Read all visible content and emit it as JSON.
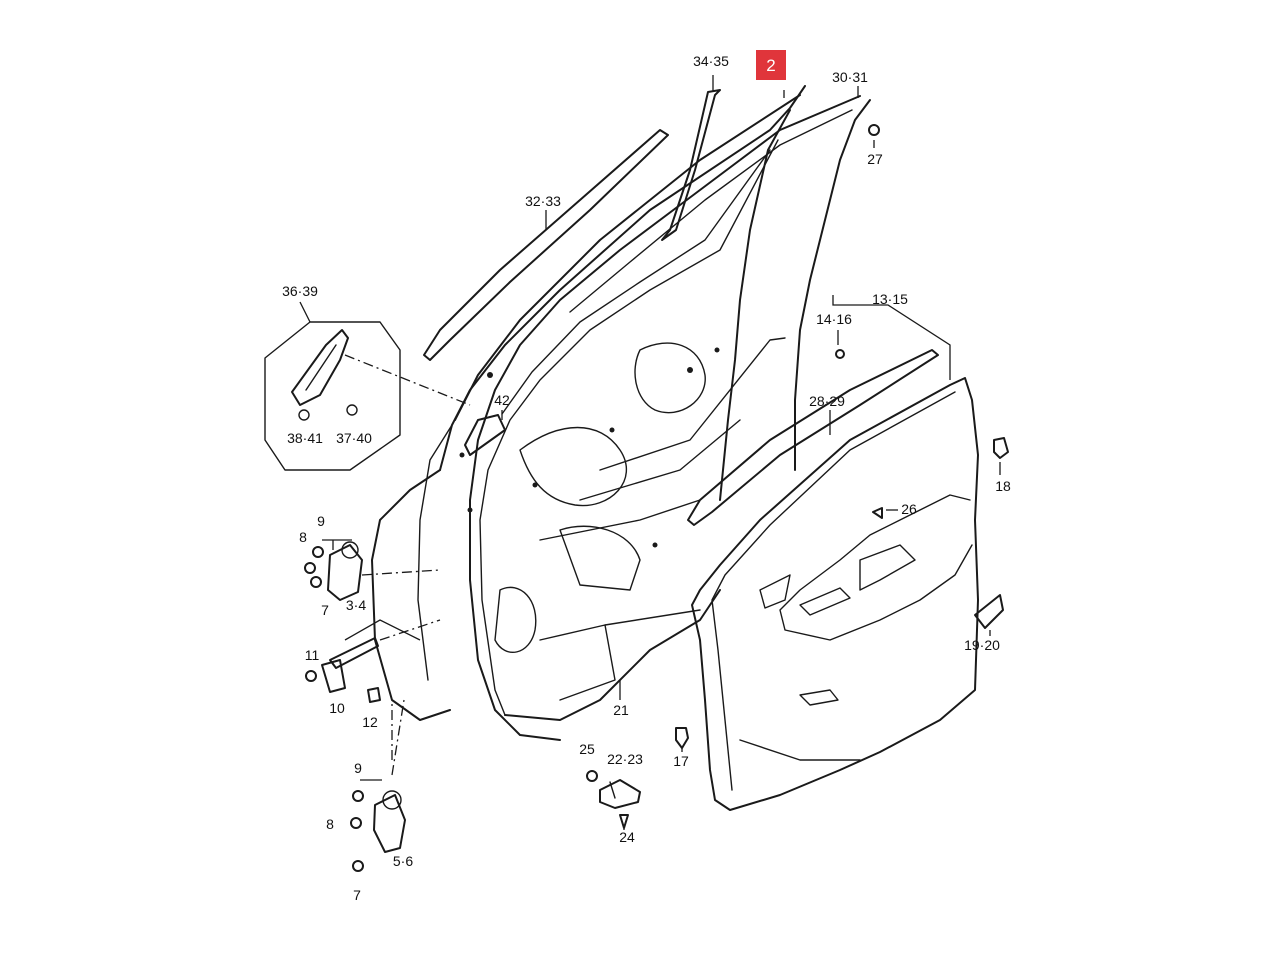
{
  "highlight_color": "#e0353b",
  "callouts": {
    "c2": "2",
    "c34_35": "34·35",
    "c30_31": "30·31",
    "c27": "27",
    "c32_33": "32·33",
    "c36_39": "36·39",
    "c38_41": "38·41",
    "c37_40": "37·40",
    "c42": "42",
    "c14_16": "14·16",
    "c13_15": "13·15",
    "c28_29": "28·29",
    "c18": "18",
    "c26": "26",
    "c9a": "9",
    "c8a": "8",
    "c3_4": "3·4",
    "c7a": "7",
    "c11": "11",
    "c10": "10",
    "c12": "12",
    "c21": "21",
    "c19_20": "19·20",
    "c17": "17",
    "c25": "25",
    "c22_23": "22·23",
    "c24": "24",
    "c9b": "9",
    "c8b": "8",
    "c5_6": "5·6",
    "c7b": "7"
  }
}
